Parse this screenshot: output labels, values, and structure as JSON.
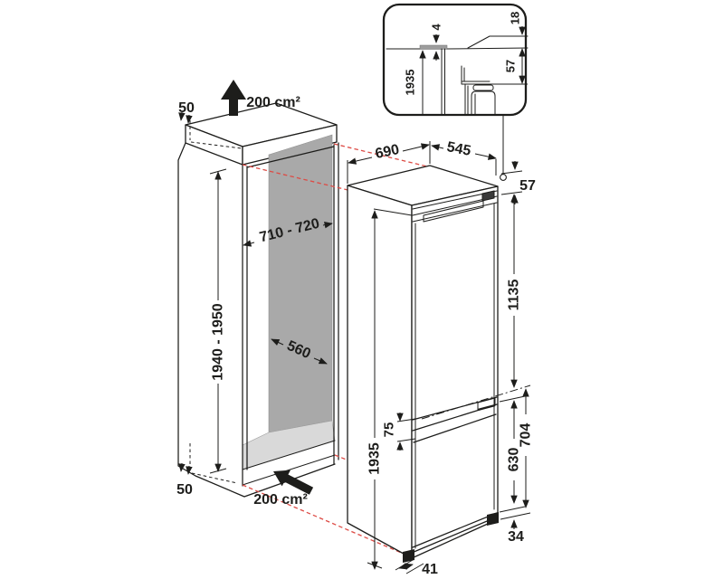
{
  "labels": {
    "inset": {
      "lid_thickness": "4",
      "counter_overhang": "18",
      "top_clearance": "57",
      "niche_height": "1935"
    },
    "niche": {
      "top_gap": "50",
      "top_vent_area": "200 cm²",
      "width": "710 - 720",
      "height": "1940 - 1950",
      "depth": "560",
      "bottom_gap": "50",
      "bottom_vent_area": "200 cm²"
    },
    "appliance": {
      "width": "690",
      "depth": "545",
      "top_clearance": "57",
      "upper_door_height": "1135",
      "hinge_gap": "75",
      "height": "1935",
      "lower_door_height": "630",
      "lower_section_height": "704",
      "base_height": "34",
      "plinth_recess": "41"
    }
  },
  "colors": {
    "line": "#1d1d1b",
    "projection_dashed": "#dd4b45",
    "niche_wall_dark": "#a9a9a9",
    "niche_floor_light": "#d9d9d9",
    "inset_lid_strip": "#9d9d9d"
  }
}
